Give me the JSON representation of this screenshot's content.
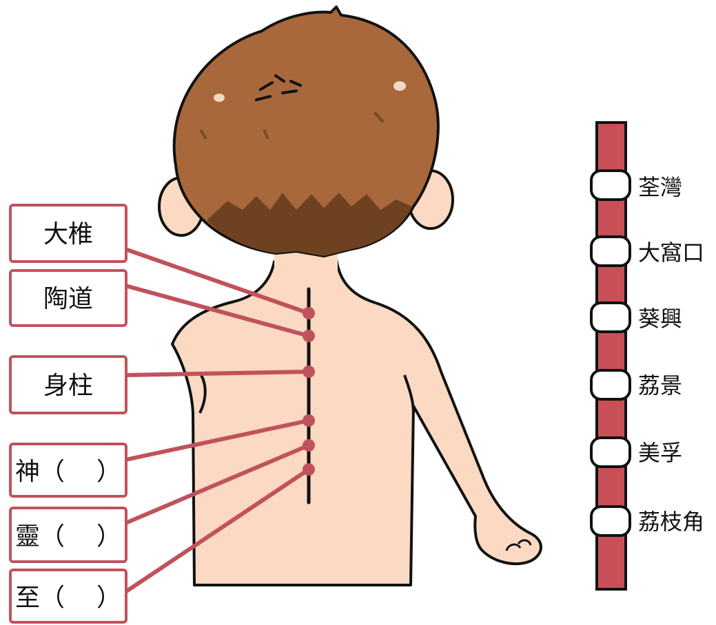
{
  "colors": {
    "accent_red": "#c0525c",
    "hair": "#a8683b",
    "hair_dark": "#6e4220",
    "skin": "#fbd9c2",
    "outline": "#111111",
    "line_bar": "#c94f57"
  },
  "acupoints": [
    {
      "name": "大椎",
      "suffix": ""
    },
    {
      "name": "陶道",
      "suffix": ""
    },
    {
      "name": "身柱",
      "suffix": ""
    },
    {
      "name": "神（",
      "suffix": "）"
    },
    {
      "name": "靈（",
      "suffix": "）"
    },
    {
      "name": "至（",
      "suffix": "）"
    }
  ],
  "stations": [
    "荃灣",
    "大窩口",
    "葵興",
    "荔景",
    "美孚",
    "荔枝角"
  ]
}
